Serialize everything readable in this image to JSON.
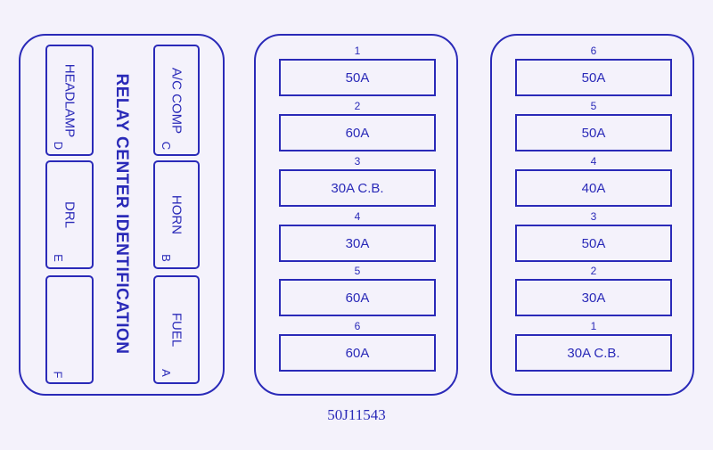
{
  "relay_panel": {
    "title": "RELAY CENTER  IDENTIFICATION",
    "relays": [
      {
        "label": "HEADLAMP",
        "letter": "D"
      },
      {
        "label": "DRL",
        "letter": "E"
      },
      {
        "label": "",
        "letter": "F"
      },
      {
        "label": "A/C COMP",
        "letter": "C"
      },
      {
        "label": "HORN",
        "letter": "B"
      },
      {
        "label": "FUEL",
        "letter": "A"
      }
    ]
  },
  "middle_panel": {
    "fuses": [
      {
        "number": "1",
        "rating": "50A"
      },
      {
        "number": "2",
        "rating": "60A"
      },
      {
        "number": "3",
        "rating": "30A C.B."
      },
      {
        "number": "4",
        "rating": "30A"
      },
      {
        "number": "5",
        "rating": "60A"
      },
      {
        "number": "6",
        "rating": "60A"
      }
    ]
  },
  "right_panel": {
    "fuses": [
      {
        "number": "6",
        "rating": "50A"
      },
      {
        "number": "5",
        "rating": "50A"
      },
      {
        "number": "4",
        "rating": "40A"
      },
      {
        "number": "3",
        "rating": "50A"
      },
      {
        "number": "2",
        "rating": "30A"
      },
      {
        "number": "1",
        "rating": "30A C.B."
      }
    ]
  },
  "part_number": "50J11543",
  "colors": {
    "ink": "#2a2ab8",
    "background": "#f4f2fb"
  }
}
